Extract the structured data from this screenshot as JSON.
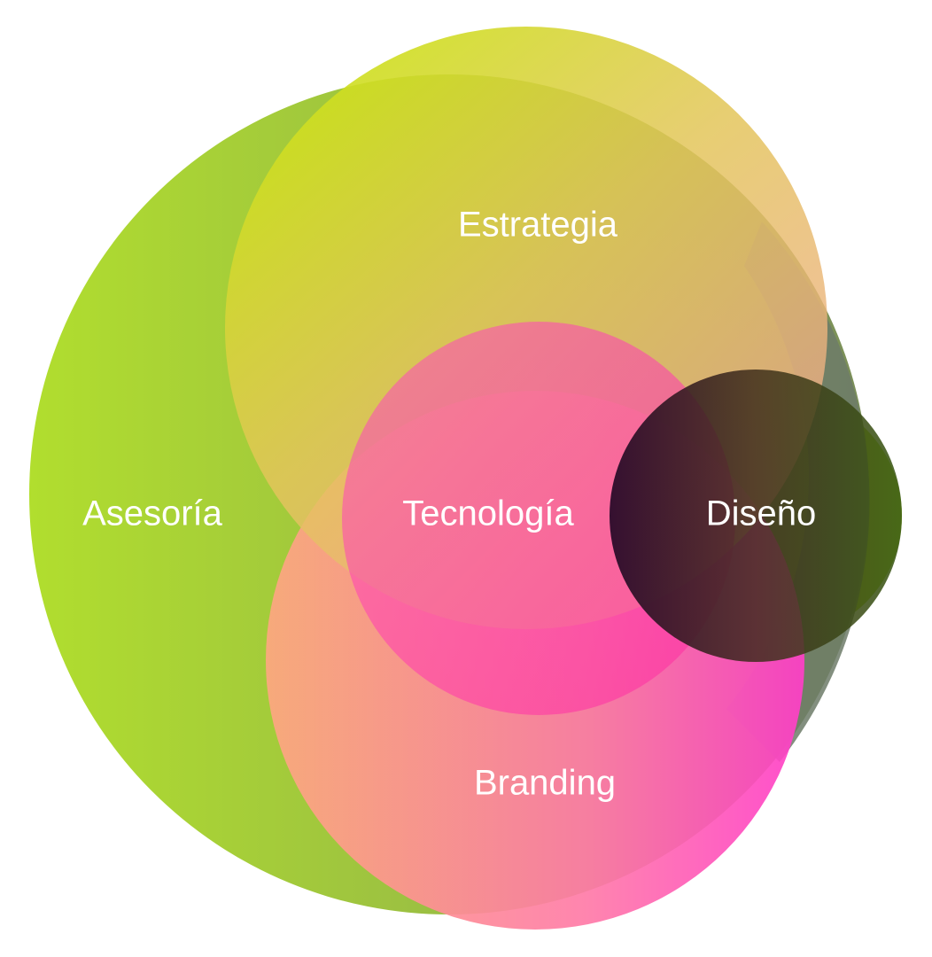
{
  "diagram": {
    "labels": {
      "asesoria": "Asesoría",
      "estrategia": "Estrategia",
      "tecnologia": "Tecnología",
      "diseno": "Diseño",
      "branding": "Branding"
    },
    "colors": {
      "lime": "#b4e03a",
      "lime_bright": "#c8e60a",
      "olive": "#8aaa4a",
      "dark_gray": "#6f7f6a",
      "pink": "#ff3ec8",
      "peach": "#fba583",
      "dark": "#2a0f22",
      "dark_green": "#3f5a15",
      "white": "#ffffff"
    }
  }
}
